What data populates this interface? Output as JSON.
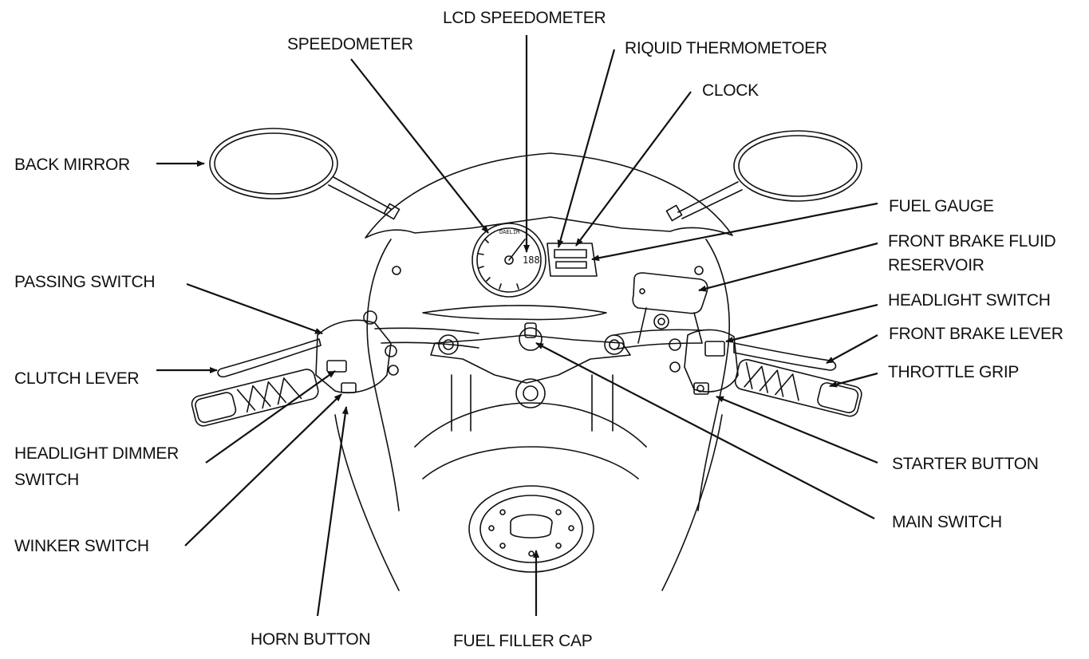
{
  "labels": {
    "lcd_speedometer": "LCD SPEEDOMETER",
    "speedometer": "SPEEDOMETER",
    "liquid_thermometer": "RIQUID THERMOMETOER",
    "clock": "CLOCK",
    "back_mirror": "BACK MIRROR",
    "fuel_gauge": "FUEL GAUGE",
    "front_brake_fluid_reservoir_1": "FRONT BRAKE FLUID",
    "front_brake_fluid_reservoir_2": "RESERVOIR",
    "passing_switch": "PASSING SWITCH",
    "headlight_switch": "HEADLIGHT SWITCH",
    "front_brake_lever": "FRONT BRAKE LEVER",
    "clutch_lever": "CLUTCH LEVER",
    "throttle_grip": "THROTTLE GRIP",
    "headlight_dimmer_switch_1": "HEADLIGHT DIMMER",
    "headlight_dimmer_switch_2": "SWITCH",
    "starter_button": "STARTER BUTTON",
    "main_switch": "MAIN SWITCH",
    "winker_switch": "WINKER SWITCH",
    "horn_button": "HORN BUTTON",
    "fuel_filler_cap": "FUEL FILLER CAP"
  },
  "gauge": {
    "brand": "DAELIM",
    "lcd_digits": "188"
  },
  "colors": {
    "line": "#111111",
    "background": "#ffffff"
  }
}
